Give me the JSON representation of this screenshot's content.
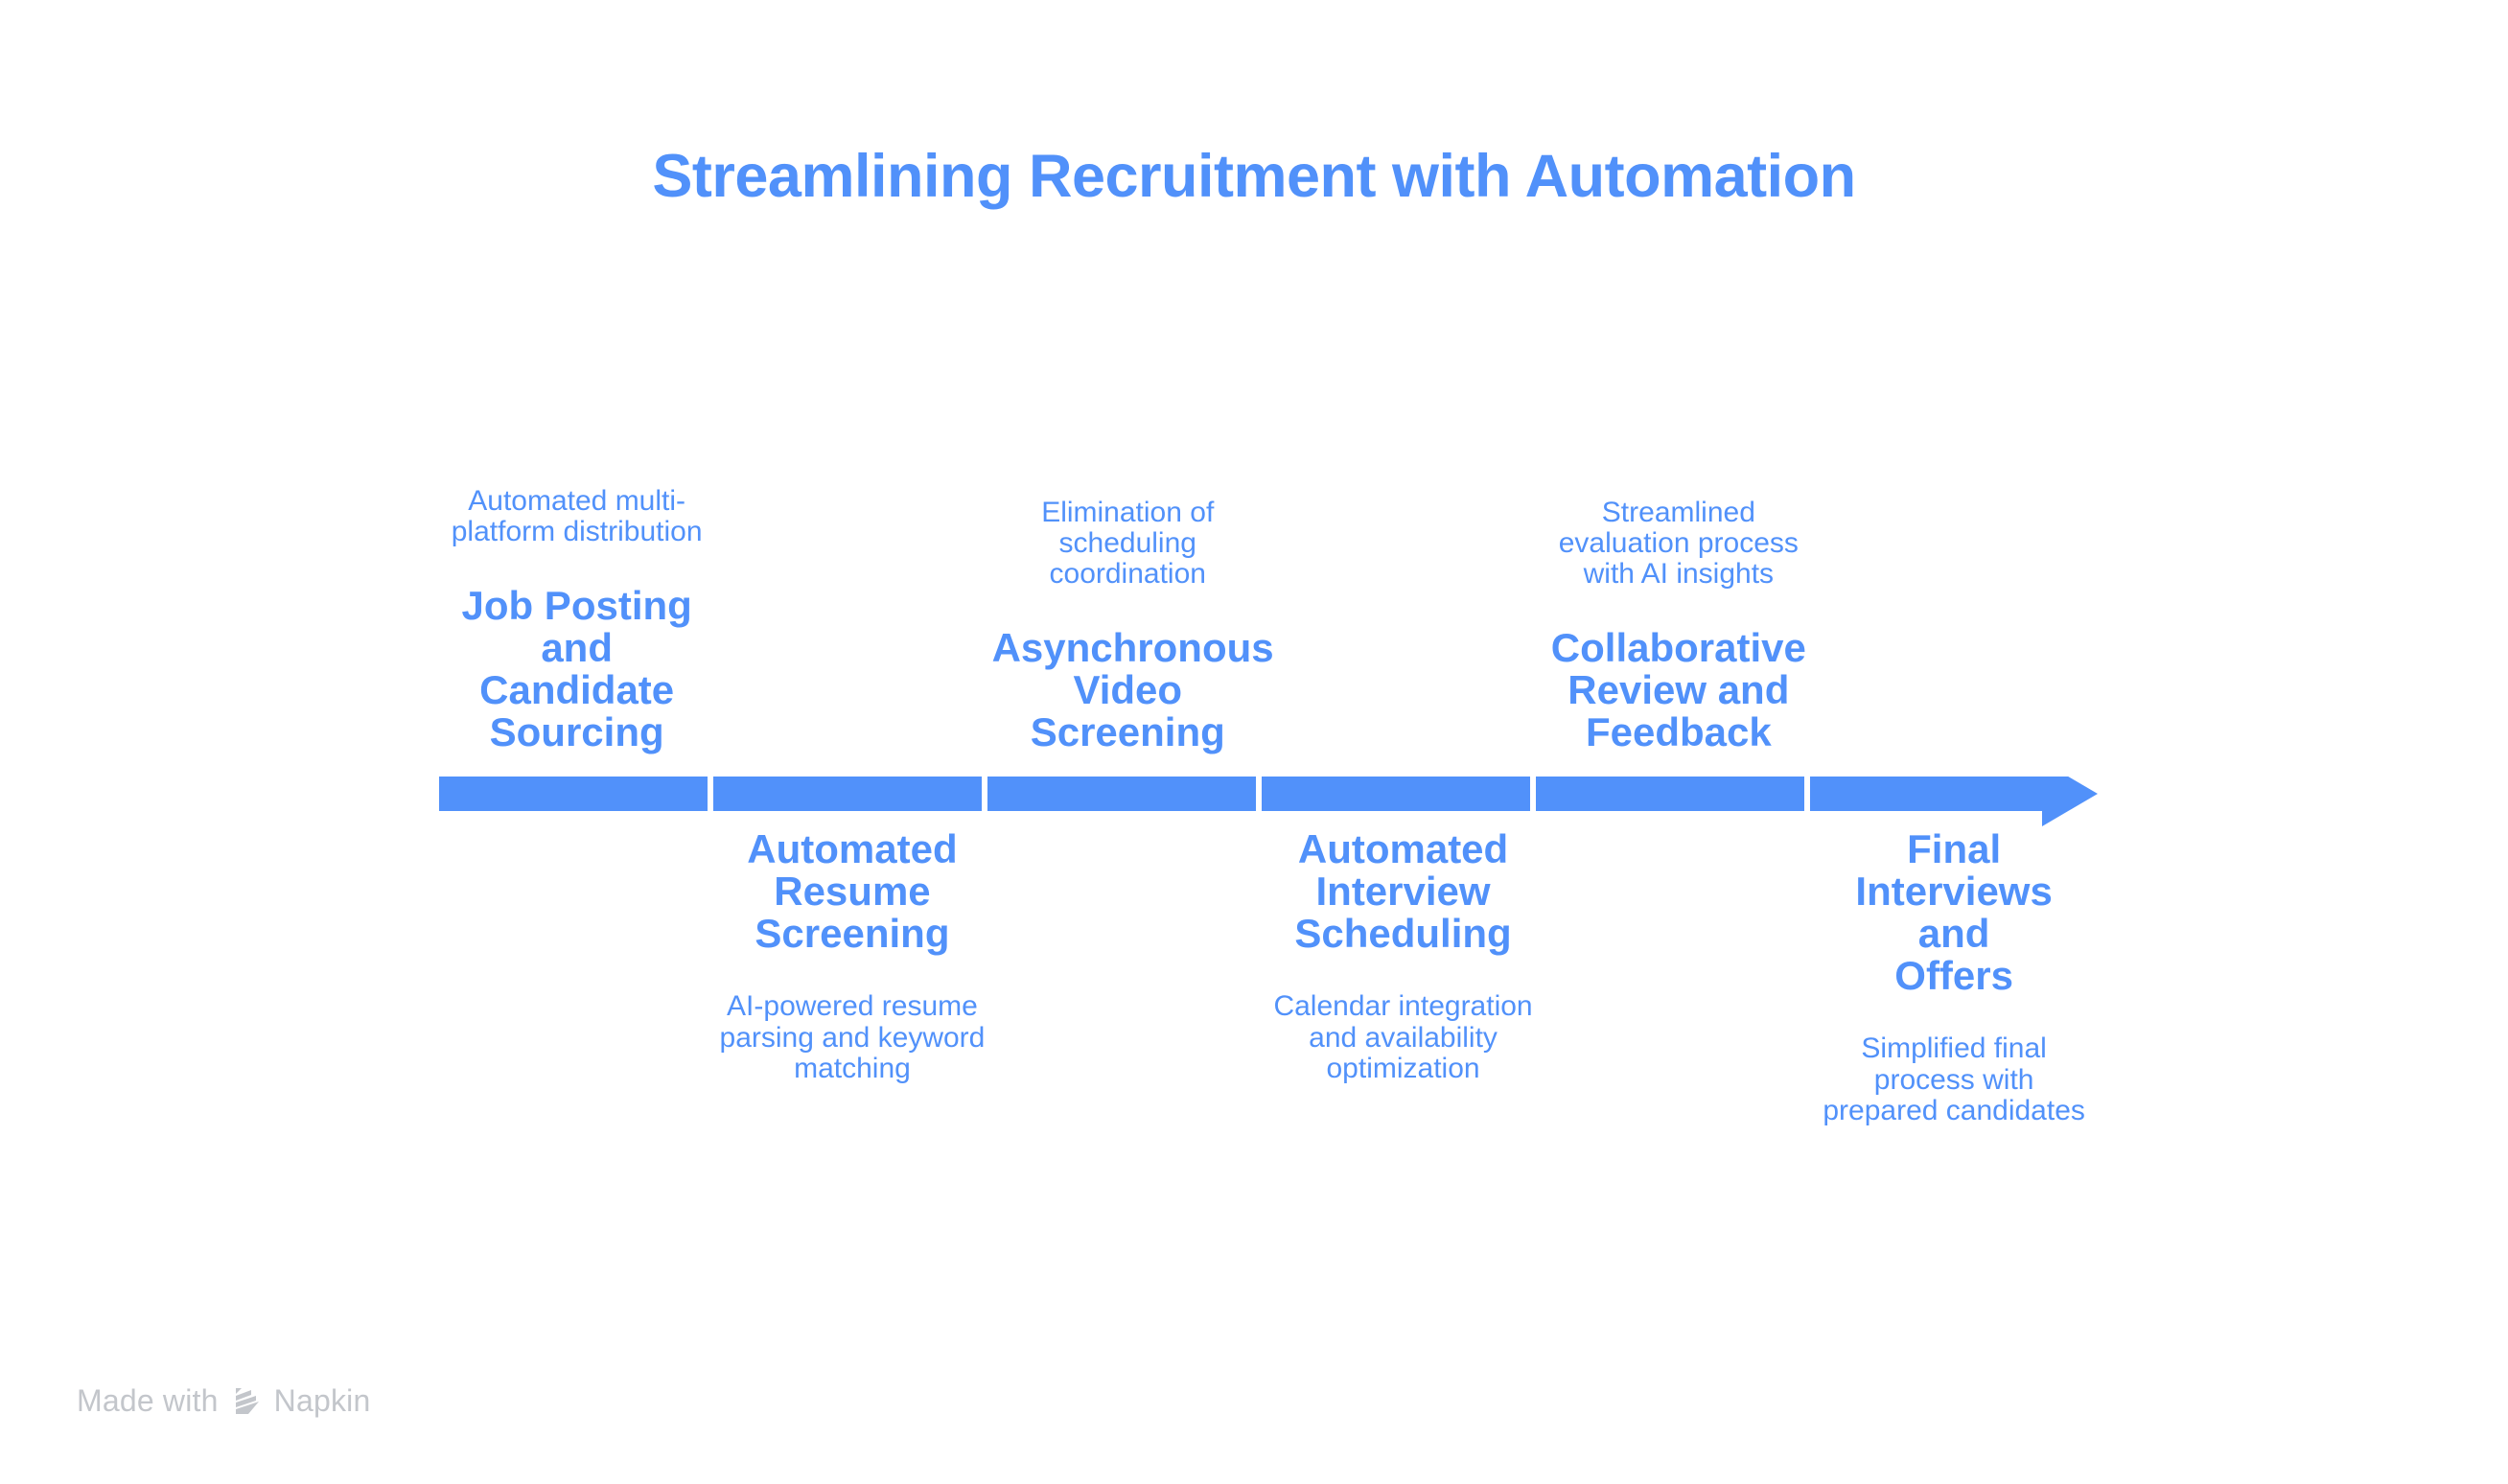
{
  "title": "Streamlining Recruitment with Automation",
  "theme": {
    "accent": "#5191fa",
    "background": "#ffffff",
    "watermark_color": "#c3c6cb",
    "divider_color": "#ffffff"
  },
  "timeline": {
    "orientation": "horizontal",
    "segment_count": 6,
    "arrowhead": "right",
    "steps": [
      {
        "index": 1,
        "position": "above",
        "title": "Job Posting\nand Candidate\nSourcing",
        "description": "Automated multi-\nplatform distribution"
      },
      {
        "index": 2,
        "position": "below",
        "title": "Automated\nResume\nScreening",
        "description": "AI-powered resume\nparsing and keyword\nmatching"
      },
      {
        "index": 3,
        "position": "above",
        "title": "Asynchronous\nVideo\nScreening",
        "description": "Elimination of\nscheduling\ncoordination"
      },
      {
        "index": 4,
        "position": "below",
        "title": "Automated\nInterview\nScheduling",
        "description": "Calendar integration\nand availability\noptimization"
      },
      {
        "index": 5,
        "position": "above",
        "title": "Collaborative\nReview and\nFeedback",
        "description": "Streamlined\nevaluation process\nwith AI insights"
      },
      {
        "index": 6,
        "position": "below",
        "title": "Final\nInterviews and\nOffers",
        "description": "Simplified final\nprocess with\nprepared candidates"
      }
    ]
  },
  "watermark": {
    "prefix": "Made with",
    "brand": "Napkin",
    "logo": "napkin-logo-icon"
  }
}
